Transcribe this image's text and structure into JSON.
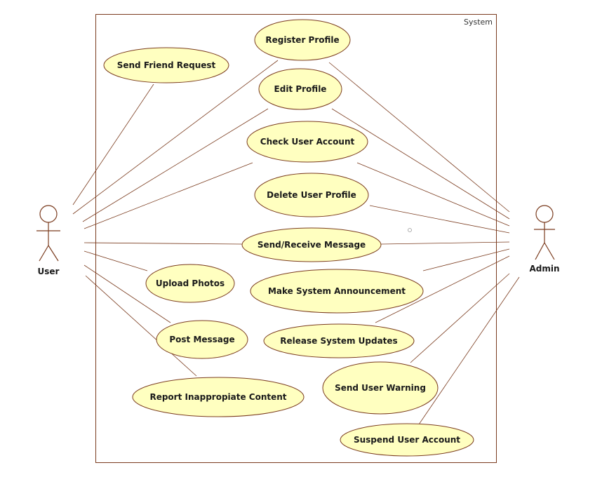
{
  "system": {
    "label": "System"
  },
  "actors": {
    "user": {
      "label": "User"
    },
    "admin": {
      "label": "Admin"
    }
  },
  "use_cases": {
    "register_profile": "Register Profile",
    "send_friend_request": "Send Friend Request",
    "edit_profile": "Edit Profile",
    "check_user_account": "Check User Account",
    "delete_user_profile": "Delete User Profile",
    "send_receive_message": "Send/Receive Message",
    "upload_photos": "Upload Photos",
    "make_system_announcement": "Make System Announcement",
    "post_message": "Post Message",
    "release_system_updates": "Release System Updates",
    "send_user_warning": "Send User Warning",
    "report_inappropiate_content": "Report Inappropiate Content",
    "suspend_user_account": "Suspend User Account"
  },
  "colors": {
    "use_case_fill": "#FFFFC0",
    "use_case_stroke": "#7A3B1E",
    "line": "#7A3B1E",
    "boundary": "#7A3B1E"
  }
}
